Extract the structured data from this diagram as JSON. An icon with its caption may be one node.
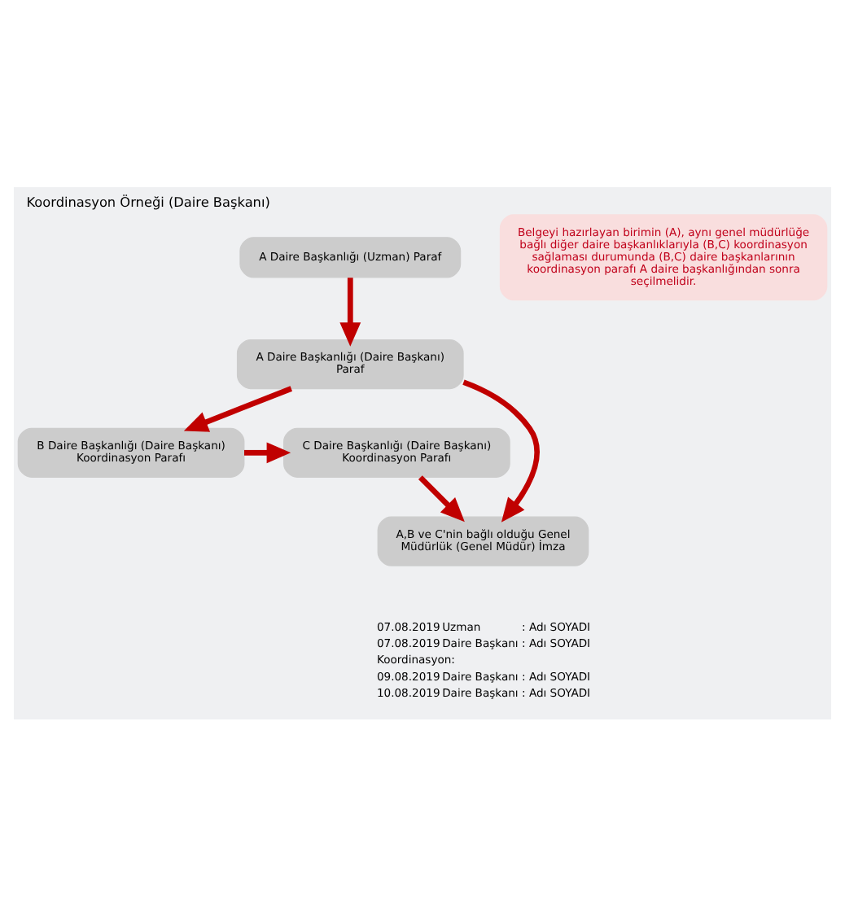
{
  "diagram": {
    "title": "Koordinasyon Örneği (Daire Başkanı)",
    "nodes": [
      {
        "text": [
          "A Daire Başkanlığı (Uzman) Paraf"
        ]
      },
      {
        "text": [
          "A Daire Başkanlığı (Daire Başkanı) Paraf"
        ]
      },
      {
        "text": [
          "B Daire Başkanlığı (Daire Başkanı) Koordinasyon Parafı"
        ]
      },
      {
        "text": [
          "C Daire Başkanlığı (Daire Başkanı) Koordinasyon Parafı"
        ]
      },
      {
        "text": [
          "A,B ve C'nin bağlı olduğu Genel Müdürlük (Genel Müdür) İmza"
        ]
      },
      {
        "text": [
          "Belgeyi hazırlayan birimin (A), aynı genel müdürlüğe bağlı diğer daire başkanlıklarıyla (B,C) koordinasyon sağlaması durumunda (B,C) daire başkanlarının koordinasyon parafı A daire başkanlığından sonra seçilmelidir."
        ]
      }
    ],
    "edges": [
      {
        "from": 0,
        "to": 1,
        "arrow": "to"
      },
      {
        "from": 1,
        "to": 2,
        "arrow": "to"
      },
      {
        "from": 1,
        "to": 4,
        "arrow": "to"
      },
      {
        "from": 2,
        "to": 3,
        "arrow": "to"
      },
      {
        "from": 3,
        "to": 4,
        "arrow": "to"
      }
    ],
    "labels": [
      "07.08.2019",
      "Uzman",
      ": Adı SOYADI",
      "07.08.2019",
      "Daire Başkanı",
      ": Adı SOYADI",
      "Koordinasyon:",
      "09.08.2019",
      "Daire Başkanı",
      ": Adı SOYADI",
      "10.08.2019",
      "Daire Başkanı",
      ": Adı SOYADI"
    ]
  }
}
